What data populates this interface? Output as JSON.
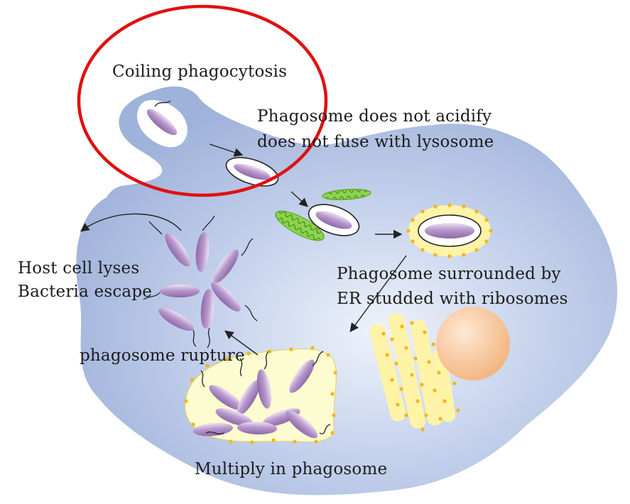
{
  "labels": {
    "coiling": "Coiling phagocytosis",
    "no_acidify_1": "Phagosome does not acidify",
    "no_acidify_2": "does not fuse with lysosome",
    "host_lyses_1": "Host cell lyses",
    "host_lyses_2": "Bacteria escape",
    "er_1": "Phagosome surrounded by",
    "er_2": "ER studded with ribosomes",
    "rupture": "phagosome rupture",
    "multiply": "Multiply in phagosome"
  },
  "colors": {
    "cell_body": "#a4b6dc",
    "cell_light": "#e6ecf7",
    "bacterium": "#a982bd",
    "bacterium_light": "#e8dcf0",
    "mitochondria": "#7fc843",
    "er_yellow": "#fff3a8",
    "ribosome": "#f2b810",
    "nucleus": "#f7c79a",
    "highlight_circle": "#e01010"
  }
}
